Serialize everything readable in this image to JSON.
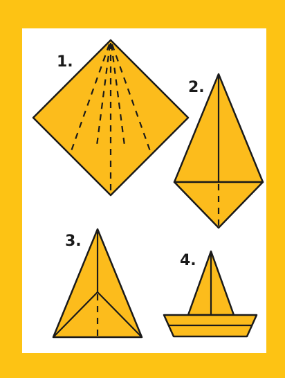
{
  "colors": {
    "frame": "#fdc314",
    "paper": "#fcbc1c",
    "outline": "#1a1a1a",
    "background": "#ffffff"
  },
  "steps": [
    {
      "label": "1."
    },
    {
      "label": "2."
    },
    {
      "label": "3."
    },
    {
      "label": "4."
    }
  ]
}
